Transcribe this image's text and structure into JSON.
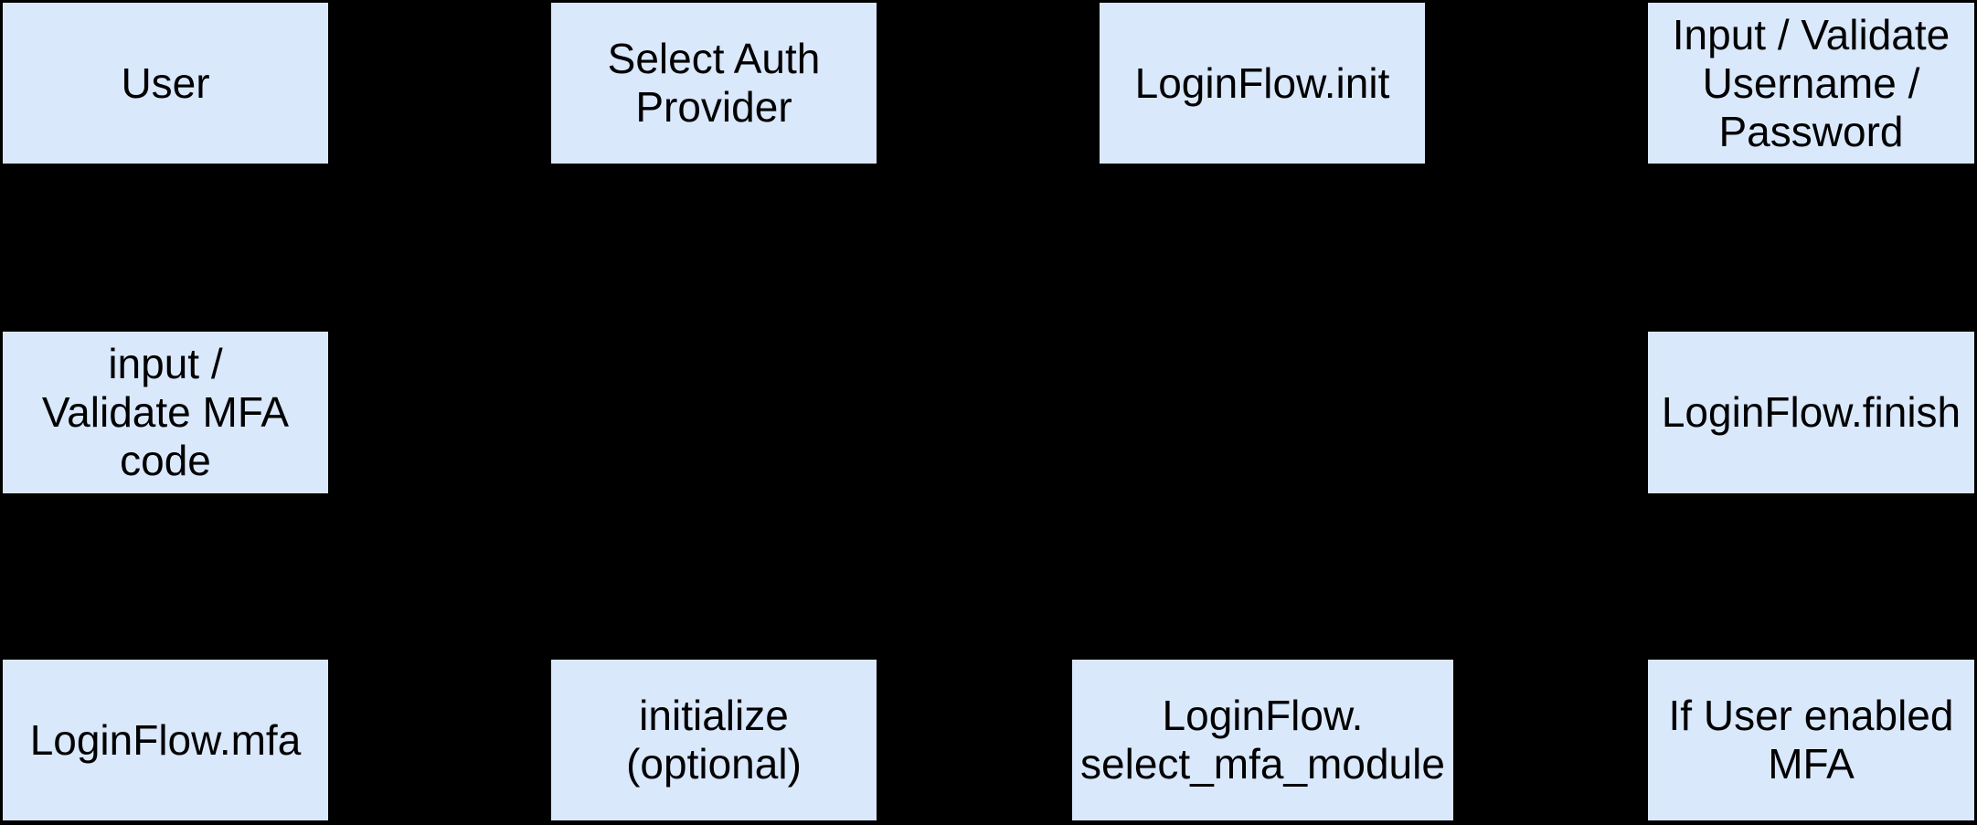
{
  "diagram": {
    "colors": {
      "background": "#000000",
      "node_fill": "#dae8fc",
      "node_text": "#000000"
    },
    "nodes": [
      {
        "id": "user",
        "label": "User"
      },
      {
        "id": "select-auth-provider",
        "label": "Select Auth\nProvider"
      },
      {
        "id": "loginflow-init",
        "label": "LoginFlow.init"
      },
      {
        "id": "input-validate-username-password",
        "label": "Input / Validate\nUsername /\nPassword"
      },
      {
        "id": "input-validate-mfa-code",
        "label": "input /\nValidate MFA\ncode"
      },
      {
        "id": "loginflow-finish",
        "label": "LoginFlow.finish"
      },
      {
        "id": "loginflow-mfa",
        "label": "LoginFlow.mfa"
      },
      {
        "id": "initialize-optional",
        "label": "initialize\n(optional)"
      },
      {
        "id": "loginflow-select-mfa-module",
        "label": "LoginFlow.\nselect_mfa_module"
      },
      {
        "id": "if-user-enabled-mfa",
        "label": "If User enabled\nMFA"
      }
    ]
  }
}
